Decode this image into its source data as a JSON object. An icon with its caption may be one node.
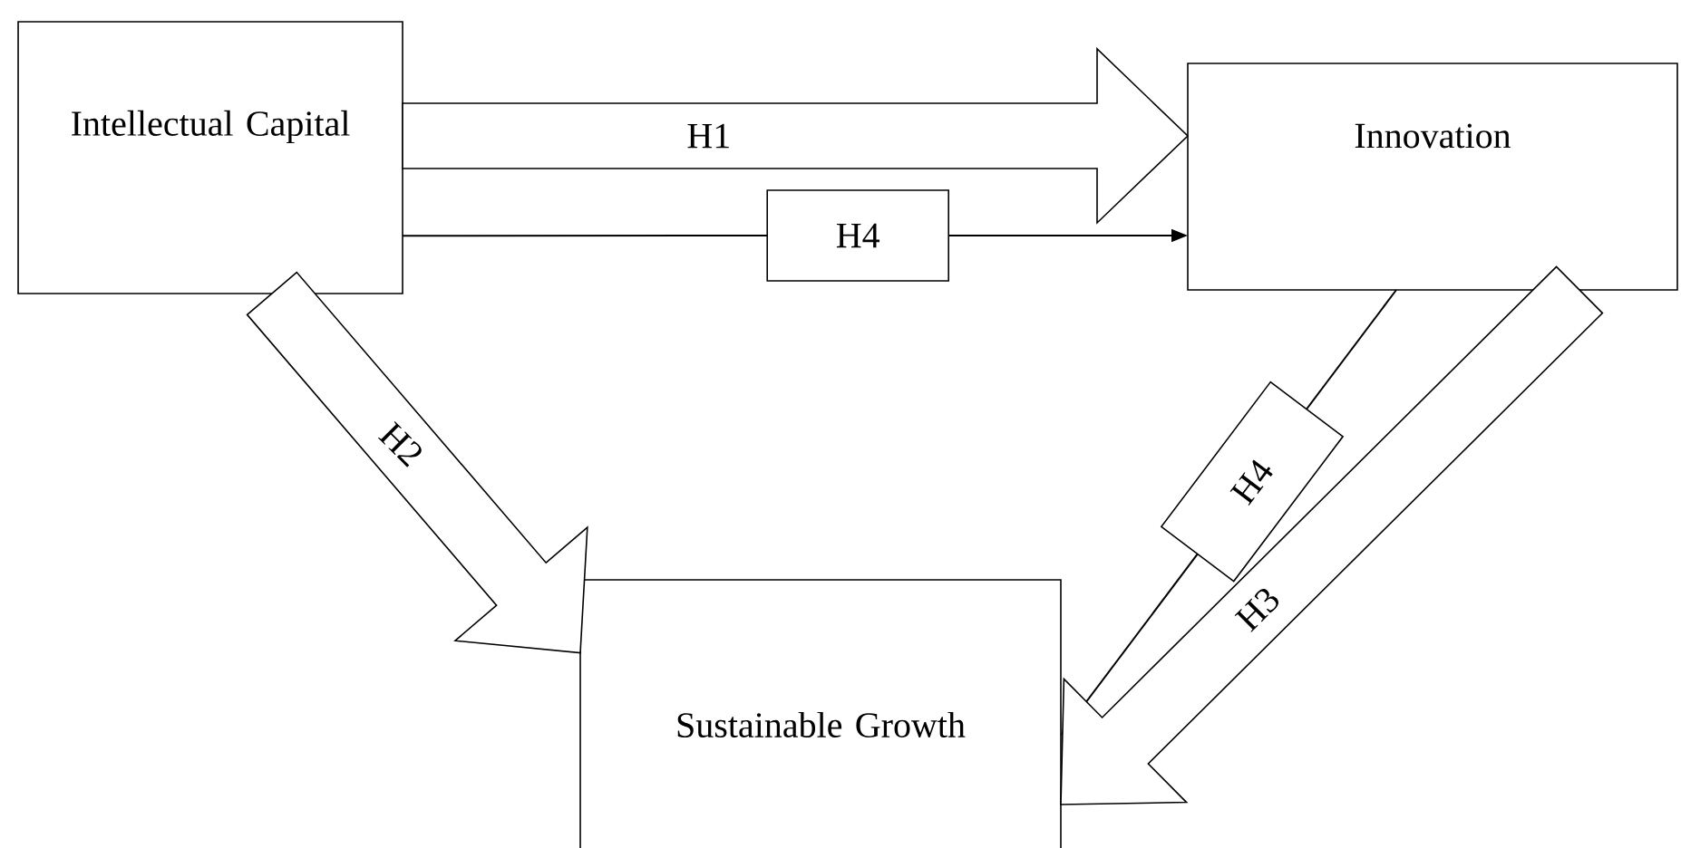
{
  "diagram": {
    "nodes": [
      {
        "text": [
          "Intellectual Capital"
        ]
      },
      {
        "text": [
          "Innovation"
        ]
      },
      {
        "text": [
          "Sustainable Growth"
        ]
      }
    ],
    "edges": [
      {
        "from": 0,
        "to": 1,
        "arrow": "to",
        "label": "H1",
        "style": "thick"
      },
      {
        "from": 0,
        "to": 1,
        "arrow": "to",
        "label": "H4"
      },
      {
        "from": 0,
        "to": 2,
        "arrow": "to",
        "label": "H2",
        "style": "thick"
      },
      {
        "from": 1,
        "to": 2,
        "arrow": "to",
        "label": "H4"
      },
      {
        "from": 1,
        "to": 2,
        "arrow": "to",
        "label": "H3",
        "style": "thick"
      }
    ]
  }
}
